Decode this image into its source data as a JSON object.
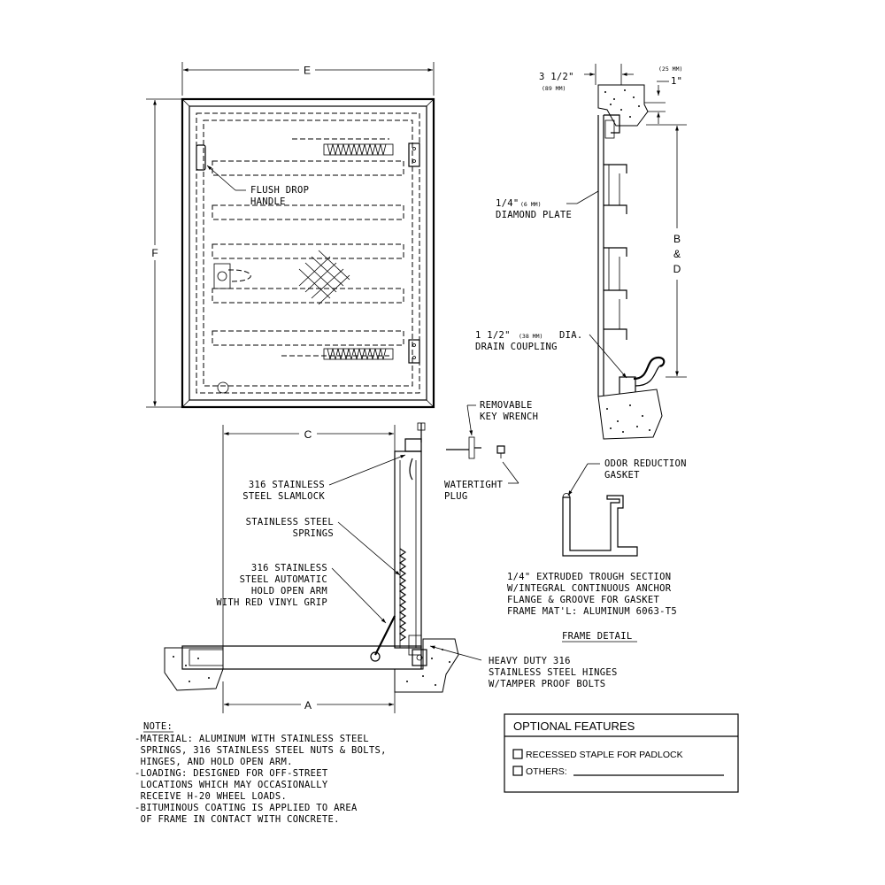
{
  "plan_view": {
    "dim_width": "E",
    "dim_height": "F",
    "callout_handle": [
      "FLUSH DROP",
      "HANDLE"
    ]
  },
  "section_view": {
    "dim_top_value": "3 1/2\"",
    "dim_top_mm": "(89 MM)",
    "dim_lip_mm": "(25 MM)",
    "dim_lip_value": "1\"",
    "dim_depth": [
      "B",
      "&",
      "D"
    ],
    "callout_plate_value": "1/4\"",
    "callout_plate_mm": "(6 MM)",
    "callout_plate_text": "DIAMOND PLATE",
    "callout_drain_value": "1 1/2\"",
    "callout_drain_mm": "(38 MM)",
    "callout_drain_dia": "DIA.",
    "callout_drain_text": "DRAIN COUPLING"
  },
  "elevation_view": {
    "dim_clear": "C",
    "dim_opening": "A",
    "callout_slamlock": [
      "316 STAINLESS",
      "STEEL SLAMLOCK"
    ],
    "callout_springs": [
      "STAINLESS STEEL",
      "SPRINGS"
    ],
    "callout_arm": [
      "316 STAINLESS",
      "STEEL AUTOMATIC",
      "HOLD OPEN ARM",
      "WITH RED VINYL GRIP"
    ],
    "callout_hinges": [
      "HEAVY DUTY 316",
      "STAINLESS STEEL HINGES",
      "W/TAMPER PROOF BOLTS"
    ],
    "callout_wrench": [
      "REMOVABLE",
      "KEY WRENCH"
    ],
    "callout_plug": [
      "WATERTIGHT",
      "PLUG"
    ]
  },
  "frame_detail": {
    "callout_gasket": [
      "ODOR REDUCTION",
      "GASKET"
    ],
    "description": [
      "1/4\" EXTRUDED TROUGH SECTION",
      "W/INTEGRAL CONTINUOUS ANCHOR",
      "FLANGE & GROOVE FOR GASKET",
      "FRAME MAT'L: ALUMINUM 6063-T5"
    ],
    "title": "FRAME DETAIL"
  },
  "notes": {
    "heading": "NOTE:",
    "lines": [
      "-MATERIAL: ALUMINUM WITH STAINLESS STEEL",
      " SPRINGS, 316 STAINLESS STEEL NUTS & BOLTS,",
      " HINGES, AND HOLD OPEN ARM.",
      "-LOADING: DESIGNED FOR OFF-STREET",
      " LOCATIONS WHICH MAY OCCASIONALLY",
      " RECEIVE H-20 WHEEL LOADS.",
      "-BITUMINOUS COATING IS APPLIED TO AREA",
      " OF FRAME IN CONTACT WITH CONCRETE."
    ]
  },
  "optional_features": {
    "title": "OPTIONAL FEATURES",
    "option_padlock": "RECESSED STAPLE FOR PADLOCK",
    "option_others": "OTHERS:"
  }
}
